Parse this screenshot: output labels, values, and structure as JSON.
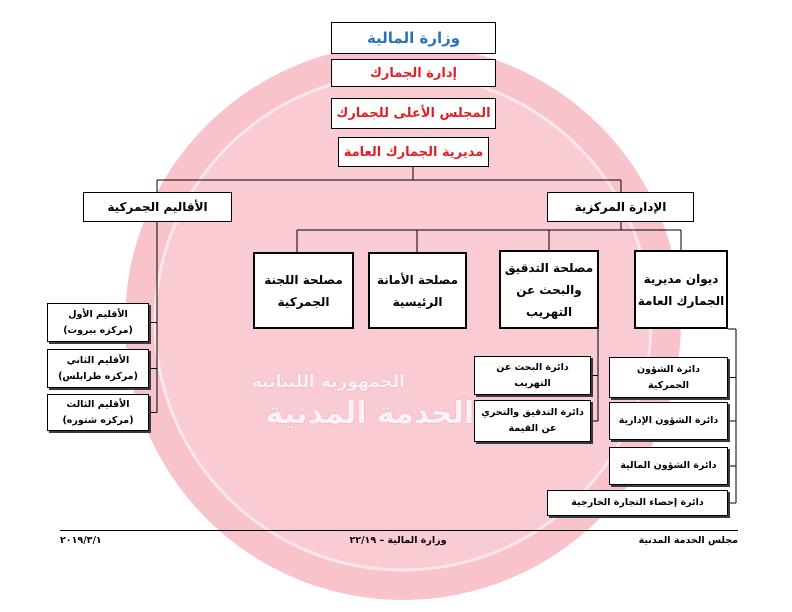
{
  "watermark": {
    "line1": "الجمهورية اللبنانية",
    "line2": "الخدمة المدنية",
    "color": "#f8c3cb"
  },
  "colors": {
    "ministry_text": "#2b73b8",
    "top_chain_text": "#e31e24",
    "border": "#000000"
  },
  "top_chain": {
    "ministry": "وزارة المالية",
    "customs_administration": "إدارة الجمارك",
    "higher_council": "المجلس الأعلى للجمارك",
    "general_directorate": "مديرية الجمارك العامة"
  },
  "branches": {
    "regions": "الأقاليم الجمركية",
    "central_administration": "الإدارة المركزية"
  },
  "regions": [
    {
      "name": "الأقليم الأول",
      "center": "(مركزه بيروت)"
    },
    {
      "name": "الأقليم الثاني",
      "center": "(مركزه طرابلس)"
    },
    {
      "name": "الأقليم الثالث",
      "center": "(مركزه شتوره)"
    }
  ],
  "central_units": [
    {
      "lines": [
        "ديوان مديرية",
        "الجمارك العامة"
      ]
    },
    {
      "lines": [
        "مصلحة التدقيق",
        "والبحث عن",
        "التهريب"
      ]
    },
    {
      "lines": [
        "مصلحة الأمانة",
        "الرئيسية"
      ]
    },
    {
      "lines": [
        "مصلحة اللجنة",
        "الجمركية"
      ]
    }
  ],
  "audit_departments": [
    {
      "lines": [
        "دائرة البحث عن",
        "التهريب"
      ]
    },
    {
      "lines": [
        "دائرة التدقيق والتحري",
        "عن القيمة"
      ]
    }
  ],
  "diwan_departments": [
    {
      "lines": [
        "دائرة الشؤون",
        "الجمركية"
      ]
    },
    {
      "lines": [
        "دائرة الشؤون الإدارية"
      ]
    },
    {
      "lines": [
        "دائرة الشؤون المالية"
      ]
    },
    {
      "lines": [
        "دائرة إحصاء التجارة الخارجية"
      ]
    }
  ],
  "footer": {
    "right": "مجلس الخدمة المدنية",
    "center": "وزارة المالية – ٢٢/١٩",
    "left": "٢٠١٩/٣/١"
  }
}
